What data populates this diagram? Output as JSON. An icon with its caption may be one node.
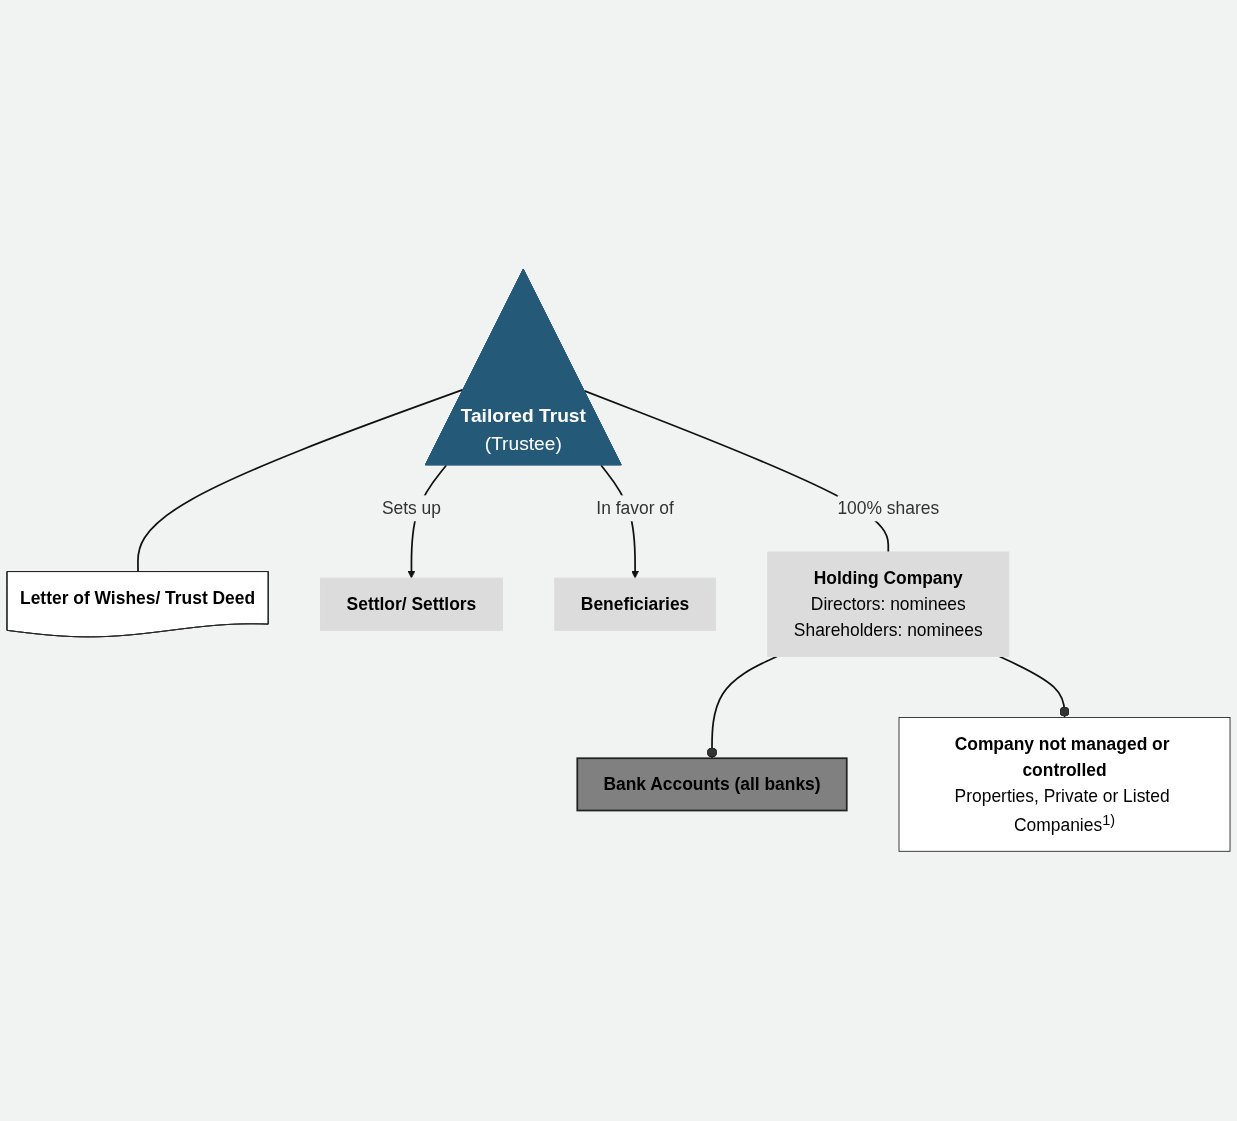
{
  "diagram": {
    "nodes": [
      {
        "text": [
          "Tailored Trust",
          "(Trustee)"
        ]
      },
      {
        "text": [
          "Letter of Wishes/ Trust Deed"
        ]
      },
      {
        "text": [
          "Settlor/ Settlors"
        ]
      },
      {
        "text": [
          "Beneficiaries"
        ]
      },
      {
        "text": [
          "Holding Company",
          "Directors: nominees",
          "Shareholders: nominees"
        ]
      },
      {
        "text": [
          "Bank Accounts (all banks)"
        ]
      },
      {
        "text": [
          "Company not managed or controlled",
          "Properties, Private or Listed Companies$^{1)}$"
        ]
      }
    ],
    "edges": [
      {
        "from": 0,
        "to": 1,
        "arrow": "none"
      },
      {
        "from": 0,
        "to": 2,
        "arrow": "to",
        "label": "Sets up"
      },
      {
        "from": 0,
        "to": 3,
        "arrow": "to",
        "label": "In favor of"
      },
      {
        "from": 0,
        "to": 4,
        "arrow": "none",
        "label": "100% shares"
      },
      {
        "from": 4,
        "to": 5,
        "arrow": "other"
      },
      {
        "from": 4,
        "to": 6,
        "arrow": "other"
      }
    ]
  }
}
